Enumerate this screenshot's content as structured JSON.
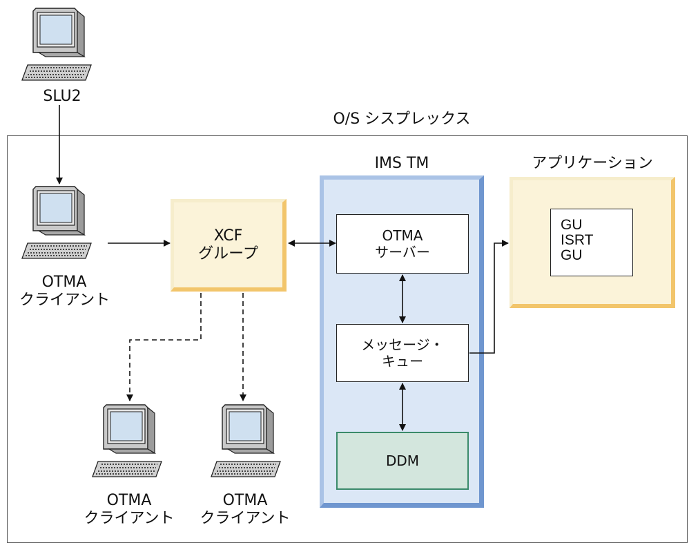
{
  "sysplex": {
    "label": "O/S シスプレックス"
  },
  "terminals": {
    "slu2": {
      "label": "SLU2"
    },
    "client_main": {
      "label_line1": "OTMA",
      "label_line2": "クライアント"
    },
    "client_a": {
      "label_line1": "OTMA",
      "label_line2": "クライアント"
    },
    "client_b": {
      "label_line1": "OTMA",
      "label_line2": "クライアント"
    }
  },
  "xcf": {
    "line1": "XCF",
    "line2": "グループ"
  },
  "ims_tm": {
    "title": "IMS TM",
    "otma_server": {
      "line1": "OTMA",
      "line2": "サーバー"
    },
    "message_queue": {
      "line1": "メッセージ・",
      "line2": "キュー"
    },
    "ddm": {
      "label": "DDM"
    }
  },
  "application": {
    "title": "アプリケーション",
    "calls": [
      "GU",
      "ISRT",
      "GU"
    ]
  },
  "colors": {
    "xcf_fill": "#fbf3d9",
    "xcf_shadow": "#f2c56b",
    "ims_fill": "#dbe7f6",
    "ims_edge": "#6f96cf",
    "ddm_fill": "#d3e6dd",
    "ddm_edge": "#3a8a6a"
  }
}
